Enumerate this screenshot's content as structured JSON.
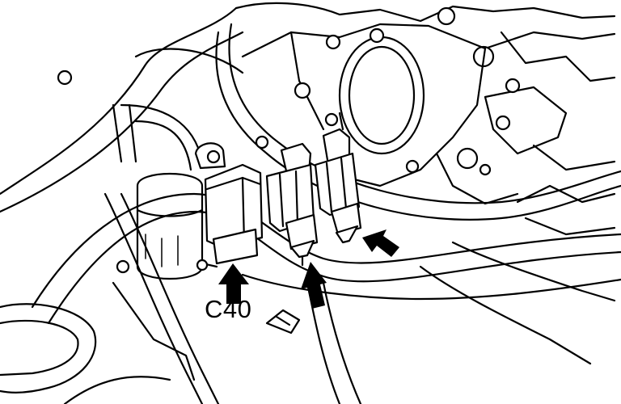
{
  "diagram": {
    "callout_label": "C40",
    "line_color": "#000000",
    "background_color": "#ffffff",
    "components": [
      "relay-connector-c40",
      "vsv-valve-left",
      "vsv-valve-right",
      "throttle-body",
      "engine-block",
      "hoses",
      "filler-cap",
      "harness-clamp"
    ],
    "arrow_icons": [
      "arrow-up-icon",
      "arrow-up-icon",
      "arrow-upper-left-icon"
    ]
  }
}
